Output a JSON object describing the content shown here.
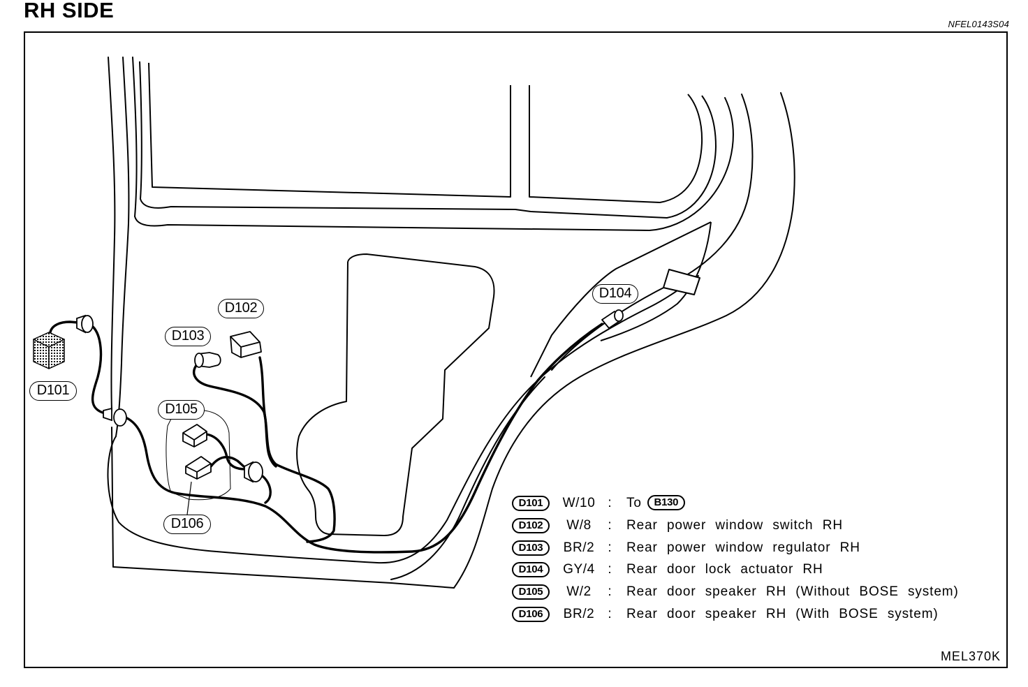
{
  "title": "RH SIDE",
  "reference_code": "NFEL0143S04",
  "figure_code": "MEL370K",
  "diagram_labels": {
    "d101": "D101",
    "d102": "D102",
    "d103": "D103",
    "d104": "D104",
    "d105": "D105",
    "d106": "D106"
  },
  "legend": [
    {
      "connector": "D101",
      "wire": "W/10",
      "sep": ":",
      "description": "To",
      "destination": "B130"
    },
    {
      "connector": "D102",
      "wire": "W/8",
      "sep": ":",
      "description": "Rear power window switch RH"
    },
    {
      "connector": "D103",
      "wire": "BR/2",
      "sep": ":",
      "description": "Rear power window regulator RH"
    },
    {
      "connector": "D104",
      "wire": "GY/4",
      "sep": ":",
      "description": "Rear door lock actuator RH"
    },
    {
      "connector": "D105",
      "wire": "W/2",
      "sep": ":",
      "description": "Rear door speaker RH (Without BOSE system)"
    },
    {
      "connector": "D106",
      "wire": "BR/2",
      "sep": ":",
      "description": "Rear door speaker RH (With BOSE system)"
    }
  ]
}
